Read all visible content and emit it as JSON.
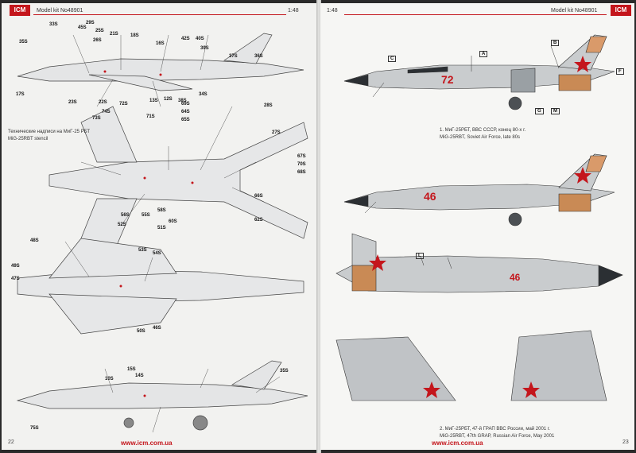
{
  "left_page": {
    "logo": "ICM",
    "kit_label": "Model kit No48901",
    "scale": "1:48",
    "stencil_caption": [
      "Технические надписи на МиГ-25 РБТ",
      "MiG-25RBT stencil"
    ],
    "page_number": "22",
    "url": "www.icm.com.ua",
    "stencil_numbers": [
      "33S",
      "29S",
      "25S",
      "21S",
      "18S",
      "16S",
      "42S",
      "40S",
      "39S",
      "45S",
      "26S",
      "37S",
      "36S",
      "34S",
      "38S",
      "12S",
      "13S",
      "17S",
      "71S",
      "72S",
      "74S",
      "22S",
      "73S",
      "23S",
      "28S",
      "27S",
      "67S",
      "70S",
      "68S",
      "69S",
      "64S",
      "65S",
      "66S",
      "62S",
      "60S",
      "58S",
      "56S",
      "55S",
      "51S",
      "52S",
      "53S",
      "54S",
      "48S",
      "46S",
      "49S",
      "47S",
      "50S",
      "15S",
      "14S",
      "10S",
      "35S",
      "75S"
    ]
  },
  "right_page": {
    "logo": "ICM",
    "kit_label": "Model kit No48901",
    "scale": "1:48",
    "page_number": "23",
    "url": "www.icm.com.ua",
    "caption1": [
      "1. МиГ-25РБТ, ВВС СССР, конец 80-х г.",
      "MiG-25RBT, Soviet Air Force, late 80s"
    ],
    "caption2": [
      "2. МиГ-25РБТ, 47-й ГРАП ВВС России, май 2001 г.",
      "MiG-25RBT, 47th GRAP, Russian Air Force, May 2001"
    ],
    "aircraft1_number": "72",
    "aircraft2_number": "46",
    "callouts": [
      "A",
      "B",
      "C",
      "F",
      "G",
      "M",
      "L"
    ],
    "colors": {
      "red": "#c4161c",
      "aircraft": "#c9ccce",
      "dark": "#2b2f33"
    }
  }
}
